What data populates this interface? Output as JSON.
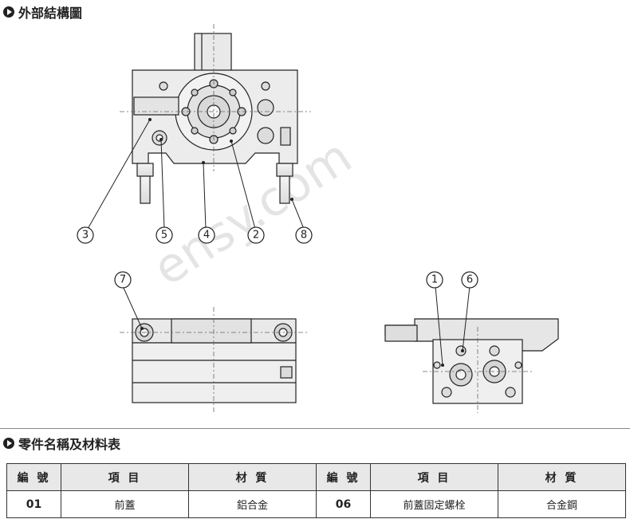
{
  "section1": {
    "title": "外部結構圖"
  },
  "section2": {
    "title": "零件名稱及材料表"
  },
  "watermark": "ensy.com",
  "callouts": [
    "3",
    "5",
    "4",
    "2",
    "8",
    "7",
    "1",
    "6"
  ],
  "table": {
    "headers": [
      "編 號",
      "項 目",
      "材 質",
      "編 號",
      "項 目",
      "材 質"
    ],
    "rows": [
      [
        "01",
        "前蓋",
        "鋁合金",
        "06",
        "前蓋固定螺栓",
        "合金鋼"
      ]
    ]
  }
}
